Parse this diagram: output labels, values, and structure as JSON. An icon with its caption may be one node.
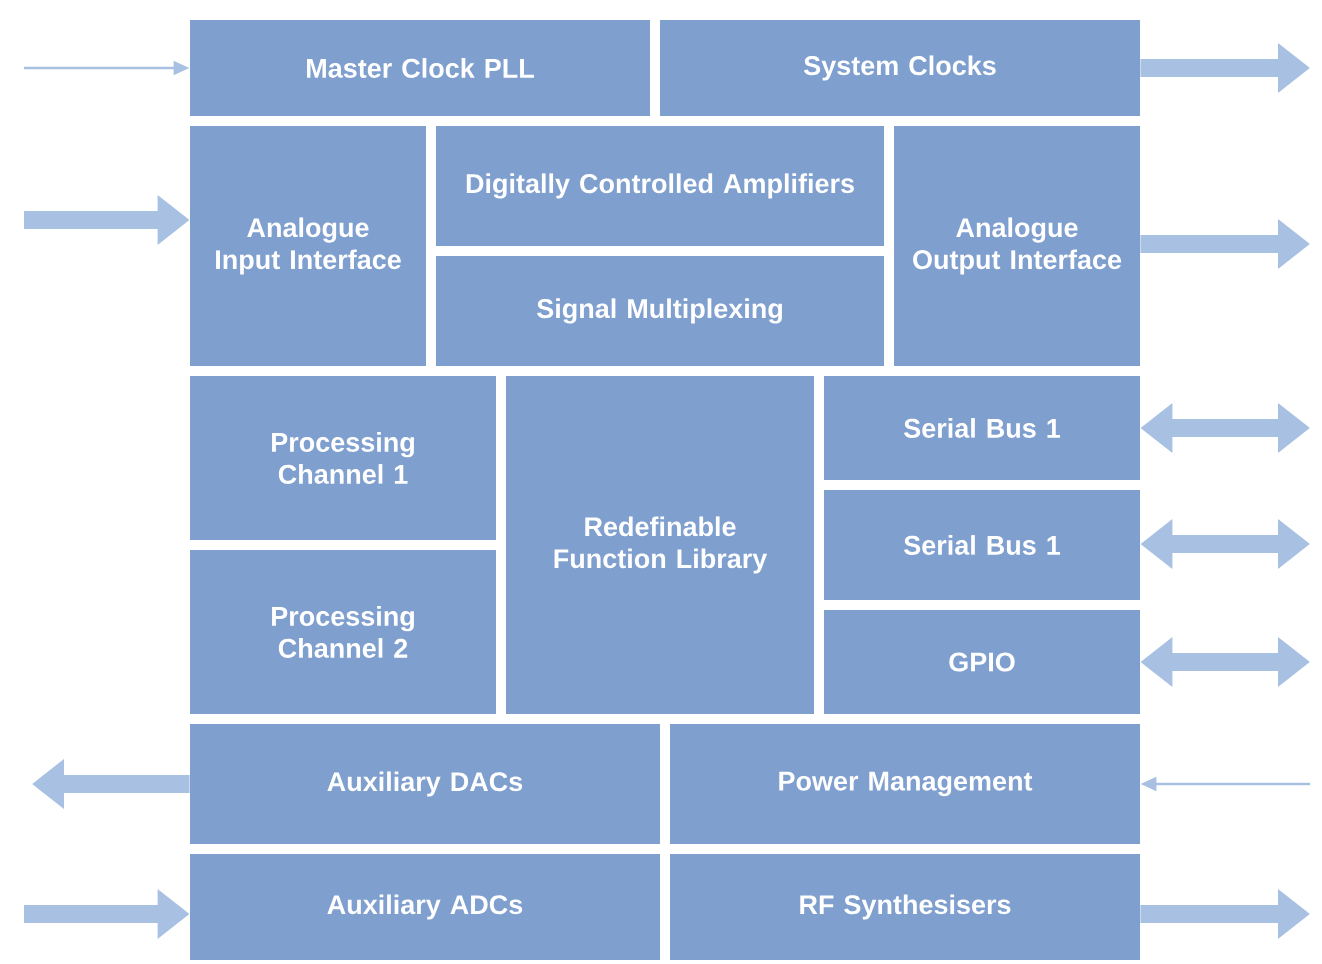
{
  "diagram": {
    "nodes": [
      {
        "text": [
          "Master Clock PLL"
        ]
      },
      {
        "text": [
          "System Clocks"
        ]
      },
      {
        "text": [
          "Analogue Input Interface"
        ]
      },
      {
        "text": [
          "Digitally Controlled Amplifiers"
        ]
      },
      {
        "text": [
          "Signal Multiplexing"
        ]
      },
      {
        "text": [
          "Analogue Output Interface"
        ]
      },
      {
        "text": [
          "Processing Channel 1"
        ]
      },
      {
        "text": [
          "Processing Channel 2"
        ]
      },
      {
        "text": [
          "Redefinable Function Library"
        ]
      },
      {
        "text": [
          "Serial Bus 1"
        ]
      },
      {
        "text": [
          "Serial Bus 1"
        ]
      },
      {
        "text": [
          "GPIO"
        ]
      },
      {
        "text": [
          "Auxiliary DACs"
        ]
      },
      {
        "text": [
          "Power Management"
        ]
      },
      {
        "text": [
          "Auxiliary ADCs"
        ]
      },
      {
        "text": [
          "RF Synthesisers"
        ]
      }
    ],
    "edges": [
      {
        "from": null,
        "to": 0,
        "arrow": "to"
      },
      {
        "from": 1,
        "to": null,
        "arrow": "to"
      },
      {
        "from": null,
        "to": 2,
        "arrow": "to"
      },
      {
        "from": 5,
        "to": null,
        "arrow": "to"
      },
      {
        "from": 9,
        "to": null,
        "arrow": "both"
      },
      {
        "from": 10,
        "to": null,
        "arrow": "both"
      },
      {
        "from": 11,
        "to": null,
        "arrow": "both"
      },
      {
        "from": 12,
        "to": null,
        "arrow": "to"
      },
      {
        "from": null,
        "to": 13,
        "arrow": "to"
      },
      {
        "from": null,
        "to": 14,
        "arrow": "to"
      },
      {
        "from": 15,
        "to": null,
        "arrow": "to"
      }
    ]
  }
}
